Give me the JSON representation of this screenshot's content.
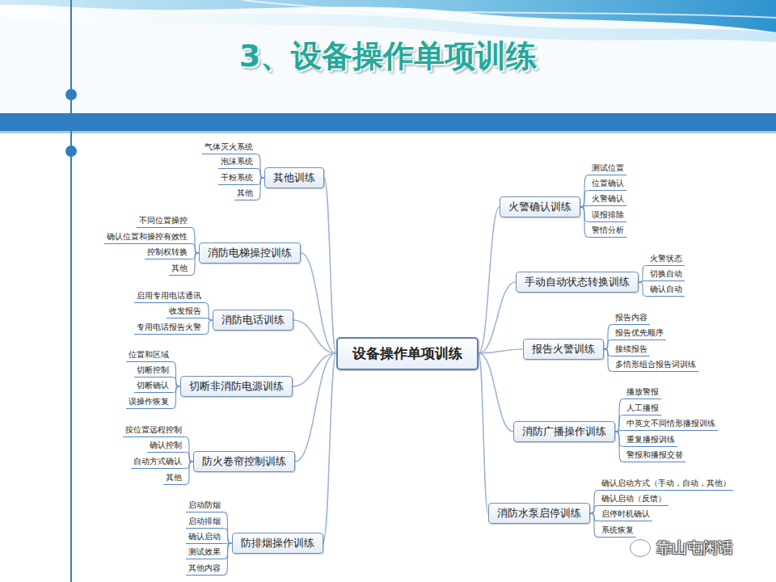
{
  "diagram": {
    "title": "3、设备操作单项训练",
    "nodes": [
      {
        "text": [
          "设备操作单项训练"
        ]
      },
      {
        "text": [
          "其他训练"
        ]
      },
      {
        "text": [
          "气体灭火系统"
        ]
      },
      {
        "text": [
          "泡沫系统"
        ]
      },
      {
        "text": [
          "干粉系统"
        ]
      },
      {
        "text": [
          "其他"
        ]
      },
      {
        "text": [
          "消防电梯操控训练"
        ]
      },
      {
        "text": [
          "不同位置操控"
        ]
      },
      {
        "text": [
          "确认位置和操控有效性"
        ]
      },
      {
        "text": [
          "控制权转换"
        ]
      },
      {
        "text": [
          "其他"
        ]
      },
      {
        "text": [
          "消防电话训练"
        ]
      },
      {
        "text": [
          "启用专用电话通讯"
        ]
      },
      {
        "text": [
          "收发报告"
        ]
      },
      {
        "text": [
          "专用电话报告火警"
        ]
      },
      {
        "text": [
          "切断非消防电源训练"
        ]
      },
      {
        "text": [
          "位置和区域"
        ]
      },
      {
        "text": [
          "切断控制"
        ]
      },
      {
        "text": [
          "切断确认"
        ]
      },
      {
        "text": [
          "误操作恢复"
        ]
      },
      {
        "text": [
          "防火卷帘控制训练"
        ]
      },
      {
        "text": [
          "按位置远程控制"
        ]
      },
      {
        "text": [
          "确认控制"
        ]
      },
      {
        "text": [
          "自动方式确认"
        ]
      },
      {
        "text": [
          "其他"
        ]
      },
      {
        "text": [
          "防排烟操作训练"
        ]
      },
      {
        "text": [
          "启动防烟"
        ]
      },
      {
        "text": [
          "启动排烟"
        ]
      },
      {
        "text": [
          "确认启动"
        ]
      },
      {
        "text": [
          "测试效果"
        ]
      },
      {
        "text": [
          "其他内容"
        ]
      },
      {
        "text": [
          "火警确认训练"
        ]
      },
      {
        "text": [
          "测试位置"
        ]
      },
      {
        "text": [
          "位置确认"
        ]
      },
      {
        "text": [
          "火警确认"
        ]
      },
      {
        "text": [
          "误报排除"
        ]
      },
      {
        "text": [
          "警情分析"
        ]
      },
      {
        "text": [
          "手动自动状态转换训练"
        ]
      },
      {
        "text": [
          "火警状态"
        ]
      },
      {
        "text": [
          "切换自动"
        ]
      },
      {
        "text": [
          "确认自动"
        ]
      },
      {
        "text": [
          "报告火警训练"
        ]
      },
      {
        "text": [
          "报告内容"
        ]
      },
      {
        "text": [
          "报告优先顺序"
        ]
      },
      {
        "text": [
          "接续报告"
        ]
      },
      {
        "text": [
          "多情形组合报告词训练"
        ]
      },
      {
        "text": [
          "消防广播操作训练"
        ]
      },
      {
        "text": [
          "播放警报"
        ]
      },
      {
        "text": [
          "人工播报"
        ]
      },
      {
        "text": [
          "中英文不同情形播报训练"
        ]
      },
      {
        "text": [
          "重复播报训练"
        ]
      },
      {
        "text": [
          "警报和播报交替"
        ]
      },
      {
        "text": [
          "消防水泵启停训练"
        ]
      },
      {
        "text": [
          "确认启动方式（手动，自动，其他）"
        ]
      },
      {
        "text": [
          "确认启动（反馈）"
        ]
      },
      {
        "text": [
          "启停时机确认"
        ]
      },
      {
        "text": [
          "系统恢复"
        ]
      }
    ],
    "edges": [
      {
        "from": 0,
        "to": 1,
        "arrow": "none"
      },
      {
        "from": 1,
        "to": 2,
        "arrow": "none"
      },
      {
        "from": 1,
        "to": 3,
        "arrow": "none"
      },
      {
        "from": 1,
        "to": 4,
        "arrow": "none"
      },
      {
        "from": 1,
        "to": 5,
        "arrow": "none"
      },
      {
        "from": 0,
        "to": 6,
        "arrow": "none"
      },
      {
        "from": 6,
        "to": 7,
        "arrow": "none"
      },
      {
        "from": 6,
        "to": 8,
        "arrow": "none"
      },
      {
        "from": 6,
        "to": 9,
        "arrow": "none"
      },
      {
        "from": 6,
        "to": 10,
        "arrow": "none"
      },
      {
        "from": 0,
        "to": 11,
        "arrow": "none"
      },
      {
        "from": 11,
        "to": 12,
        "arrow": "none"
      },
      {
        "from": 11,
        "to": 13,
        "arrow": "none"
      },
      {
        "from": 11,
        "to": 14,
        "arrow": "none"
      },
      {
        "from": 0,
        "to": 15,
        "arrow": "none"
      },
      {
        "from": 15,
        "to": 16,
        "arrow": "none"
      },
      {
        "from": 15,
        "to": 17,
        "arrow": "none"
      },
      {
        "from": 15,
        "to": 18,
        "arrow": "none"
      },
      {
        "from": 15,
        "to": 19,
        "arrow": "none"
      },
      {
        "from": 0,
        "to": 20,
        "arrow": "none"
      },
      {
        "from": 20,
        "to": 21,
        "arrow": "none"
      },
      {
        "from": 20,
        "to": 22,
        "arrow": "none"
      },
      {
        "from": 20,
        "to": 23,
        "arrow": "none"
      },
      {
        "from": 20,
        "to": 24,
        "arrow": "none"
      },
      {
        "from": 0,
        "to": 25,
        "arrow": "none"
      },
      {
        "from": 25,
        "to": 26,
        "arrow": "none"
      },
      {
        "from": 25,
        "to": 27,
        "arrow": "none"
      },
      {
        "from": 25,
        "to": 28,
        "arrow": "none"
      },
      {
        "from": 25,
        "to": 29,
        "arrow": "none"
      },
      {
        "from": 25,
        "to": 30,
        "arrow": "none"
      },
      {
        "from": 0,
        "to": 31,
        "arrow": "none"
      },
      {
        "from": 31,
        "to": 32,
        "arrow": "none"
      },
      {
        "from": 31,
        "to": 33,
        "arrow": "none"
      },
      {
        "from": 31,
        "to": 34,
        "arrow": "none"
      },
      {
        "from": 31,
        "to": 35,
        "arrow": "none"
      },
      {
        "from": 31,
        "to": 36,
        "arrow": "none"
      },
      {
        "from": 0,
        "to": 37,
        "arrow": "none"
      },
      {
        "from": 37,
        "to": 38,
        "arrow": "none"
      },
      {
        "from": 37,
        "to": 39,
        "arrow": "none"
      },
      {
        "from": 37,
        "to": 40,
        "arrow": "none"
      },
      {
        "from": 0,
        "to": 41,
        "arrow": "none"
      },
      {
        "from": 41,
        "to": 42,
        "arrow": "none"
      },
      {
        "from": 41,
        "to": 43,
        "arrow": "none"
      },
      {
        "from": 41,
        "to": 44,
        "arrow": "none"
      },
      {
        "from": 41,
        "to": 45,
        "arrow": "none"
      },
      {
        "from": 0,
        "to": 46,
        "arrow": "none"
      },
      {
        "from": 46,
        "to": 47,
        "arrow": "none"
      },
      {
        "from": 46,
        "to": 48,
        "arrow": "none"
      },
      {
        "from": 46,
        "to": 49,
        "arrow": "none"
      },
      {
        "from": 46,
        "to": 50,
        "arrow": "none"
      },
      {
        "from": 46,
        "to": 51,
        "arrow": "none"
      },
      {
        "from": 0,
        "to": 52,
        "arrow": "none"
      },
      {
        "from": 52,
        "to": 53,
        "arrow": "none"
      },
      {
        "from": 52,
        "to": 54,
        "arrow": "none"
      },
      {
        "from": 52,
        "to": 55,
        "arrow": "none"
      },
      {
        "from": 52,
        "to": 56,
        "arrow": "none"
      }
    ],
    "labels": [
      "靠山屯闲话"
    ]
  }
}
